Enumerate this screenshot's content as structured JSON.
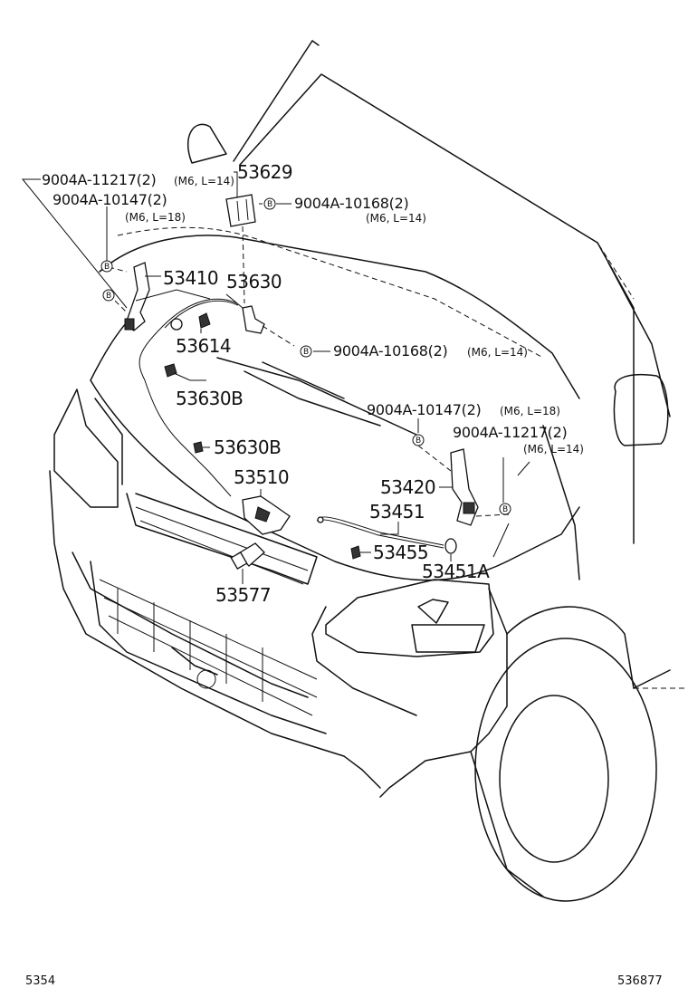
{
  "labels": {
    "bolt_b_left_top": "9004A-11217(2)",
    "bolt_b_left_top_spec": "(M6, L=14)",
    "bolt_a_left": "9004A-10147(2)",
    "bolt_a_left_spec": "(M6, L=18)",
    "p53629": "53629",
    "bolt_c_top": "9004A-10168(2)",
    "bolt_c_top_spec": "(M6, L=14)",
    "p53410": "53410",
    "p53630": "53630",
    "p53614": "53614",
    "bolt_c_mid": "9004A-10168(2)",
    "bolt_c_mid_spec": "(M6, L=14)",
    "p53630b_1": "53630B",
    "bolt_a_right": "9004A-10147(2)",
    "bolt_a_right_spec": "(M6, L=18)",
    "bolt_b_right": "9004A-11217(2)",
    "bolt_b_right_spec": "(M6, L=14)",
    "p53630b_2": "53630B",
    "p53510": "53510",
    "p53420": "53420",
    "p53451": "53451",
    "p53455": "53455",
    "p53451a": "53451A",
    "p53577": "53577",
    "b_marker": "B"
  },
  "footer": {
    "left": "5354",
    "right": "536877"
  }
}
